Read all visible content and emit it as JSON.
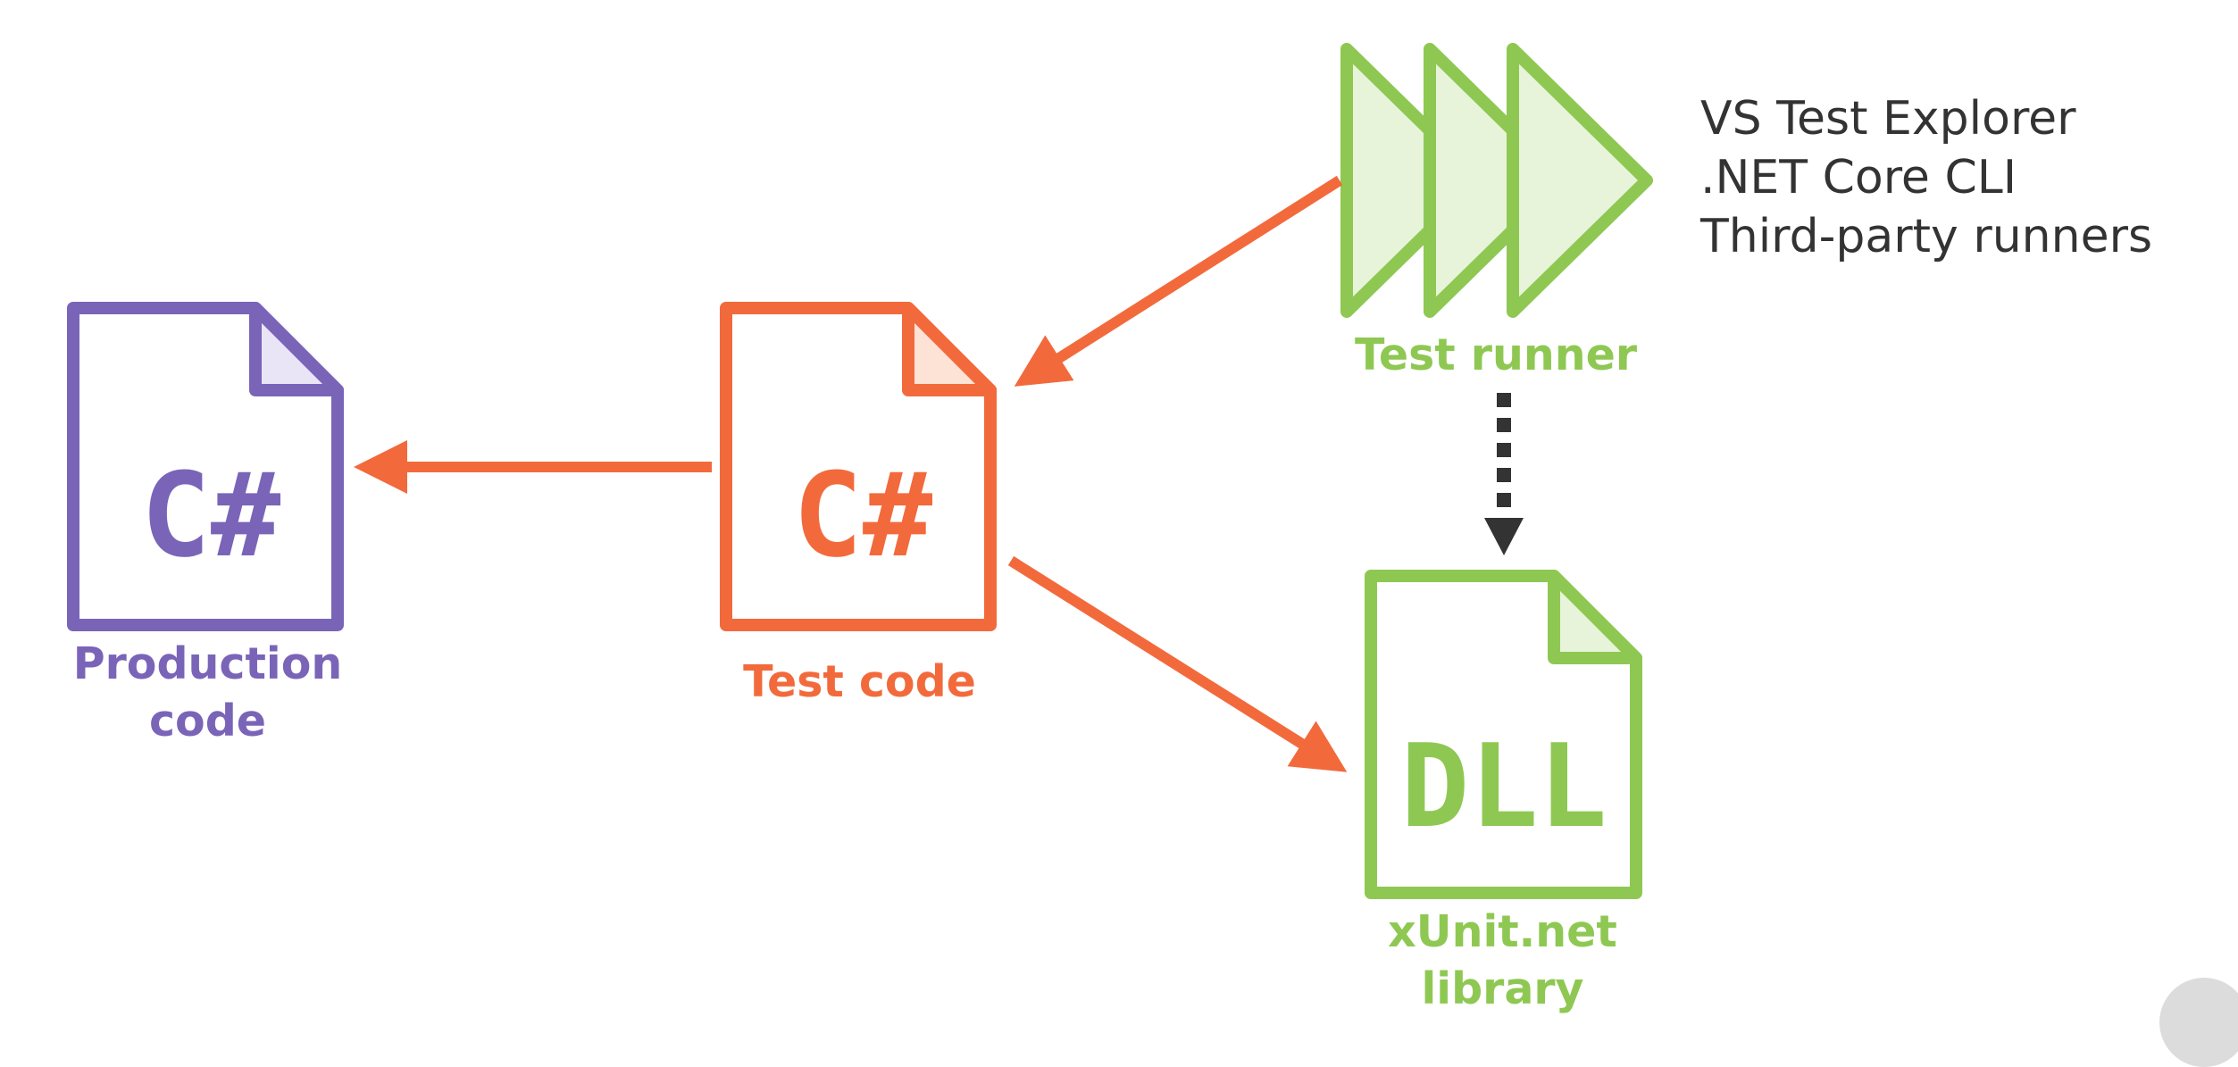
{
  "production": {
    "icon_text": "C#",
    "label_lines": [
      "Production",
      "code"
    ]
  },
  "test": {
    "icon_text": "C#",
    "label_lines": [
      "Test code"
    ]
  },
  "runner": {
    "label": "Test runner",
    "list": [
      "VS Test Explorer",
      ".NET Core CLI",
      "Third-party runners"
    ]
  },
  "library": {
    "icon_text": "DLL",
    "label_lines": [
      "xUnit.net",
      "library"
    ]
  },
  "colors": {
    "purple": "#7a64b8",
    "purple_fill": "#e9e4f6",
    "orange": "#f26a3c",
    "orange_fill": "#fde2d6",
    "green": "#8ec852",
    "green_fill": "#e7f4d9",
    "dark": "#333333"
  },
  "icons": {
    "production": "csharp-file-icon",
    "test": "csharp-file-icon",
    "runner": "fast-forward-icon",
    "library": "dll-file-icon"
  }
}
